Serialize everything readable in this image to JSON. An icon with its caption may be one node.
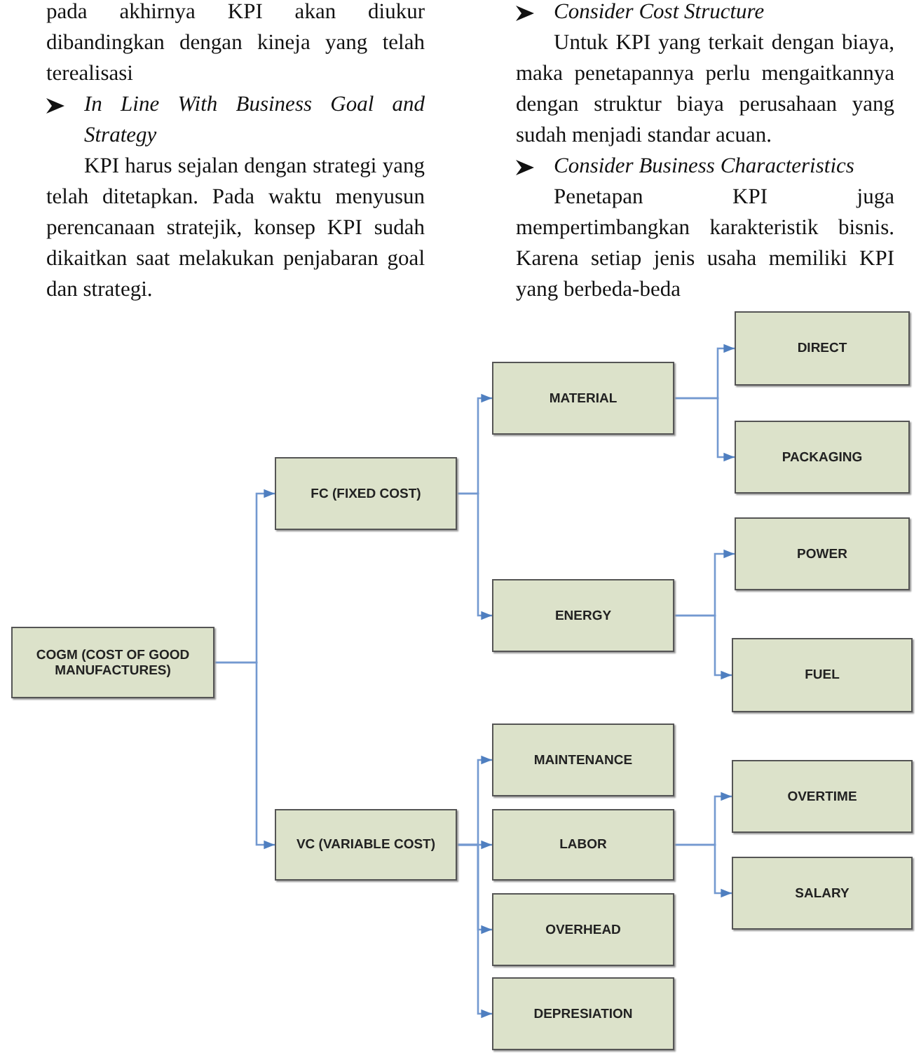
{
  "diagram": {
    "nodes": [
      {
        "text": [
          "COGM (COST OF GOOD MANUFACTURES)"
        ]
      },
      {
        "text": [
          "FC (FIXED COST)"
        ]
      },
      {
        "text": [
          "VC (VARIABLE COST)"
        ]
      },
      {
        "text": [
          "MATERIAL"
        ]
      },
      {
        "text": [
          "ENERGY"
        ]
      },
      {
        "text": [
          "MAINTENANCE"
        ]
      },
      {
        "text": [
          "LABOR"
        ]
      },
      {
        "text": [
          "OVERHEAD"
        ]
      },
      {
        "text": [
          "DEPRESIATION"
        ]
      },
      {
        "text": [
          "DIRECT"
        ]
      },
      {
        "text": [
          "PACKAGING"
        ]
      },
      {
        "text": [
          "POWER"
        ]
      },
      {
        "text": [
          "FUEL"
        ]
      },
      {
        "text": [
          "OVERTIME"
        ]
      },
      {
        "text": [
          "SALARY"
        ]
      }
    ],
    "edges": [
      {
        "from": 0,
        "to": 1,
        "arrow": "to"
      },
      {
        "from": 0,
        "to": 2,
        "arrow": "to"
      },
      {
        "from": 1,
        "to": 3,
        "arrow": "to"
      },
      {
        "from": 1,
        "to": 4,
        "arrow": "to"
      },
      {
        "from": 2,
        "to": 5,
        "arrow": "to"
      },
      {
        "from": 2,
        "to": 6,
        "arrow": "to"
      },
      {
        "from": 2,
        "to": 7,
        "arrow": "to"
      },
      {
        "from": 2,
        "to": 8,
        "arrow": "to"
      },
      {
        "from": 3,
        "to": 9,
        "arrow": "to"
      },
      {
        "from": 3,
        "to": 10,
        "arrow": "to"
      },
      {
        "from": 4,
        "to": 11,
        "arrow": "to"
      },
      {
        "from": 4,
        "to": 12,
        "arrow": "to"
      },
      {
        "from": 6,
        "to": 13,
        "arrow": "to"
      },
      {
        "from": 6,
        "to": 14,
        "arrow": "to"
      }
    ],
    "labels": [
      "pada akhirnya KPI akan diukur dibandingkan dengan kineja yang telah terealisasi",
      "In Line With Business Goal and Strategy",
      "KPI harus sejalan dengan strategi yang telah ditetapkan. Pada waktu menyusun perencanaan stratejik, konsep KPI sudah dikaitkan saat melakukan penjabaran goal dan strategi.",
      "Consider Cost Structure",
      "Untuk KPI yang terkait dengan biaya, maka penetapannya perlu mengaitkannya dengan struktur biaya perusahaan yang sudah menjadi standar acuan.",
      "Consider Business Characteristics",
      "Penetapan KPI juga mempertimbangkan karakteristik bisnis. Karena setiap jenis usaha memiliki KPI yang berbeda-beda"
    ]
  }
}
